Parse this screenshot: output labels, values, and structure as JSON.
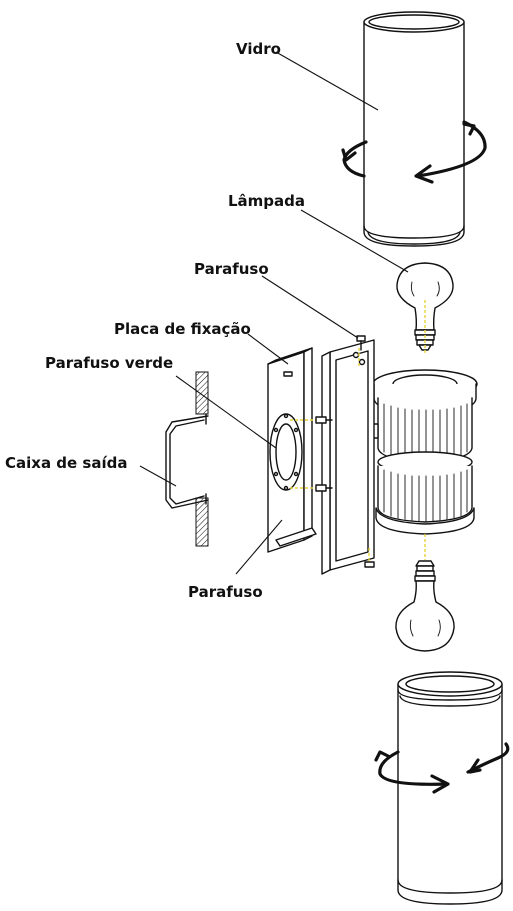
{
  "labels": {
    "vidro": "Vidro",
    "lampada": "Lâmpada",
    "parafuso_top": "Parafuso",
    "placa": "Placa de fixação",
    "parafuso_verde": "Parafuso verde",
    "caixa": "Caixa de saída",
    "parafuso_bottom": "Parafuso"
  },
  "colors": {
    "line": "#111111",
    "dashed_axis": "#e7d43a",
    "background": "#ffffff"
  }
}
